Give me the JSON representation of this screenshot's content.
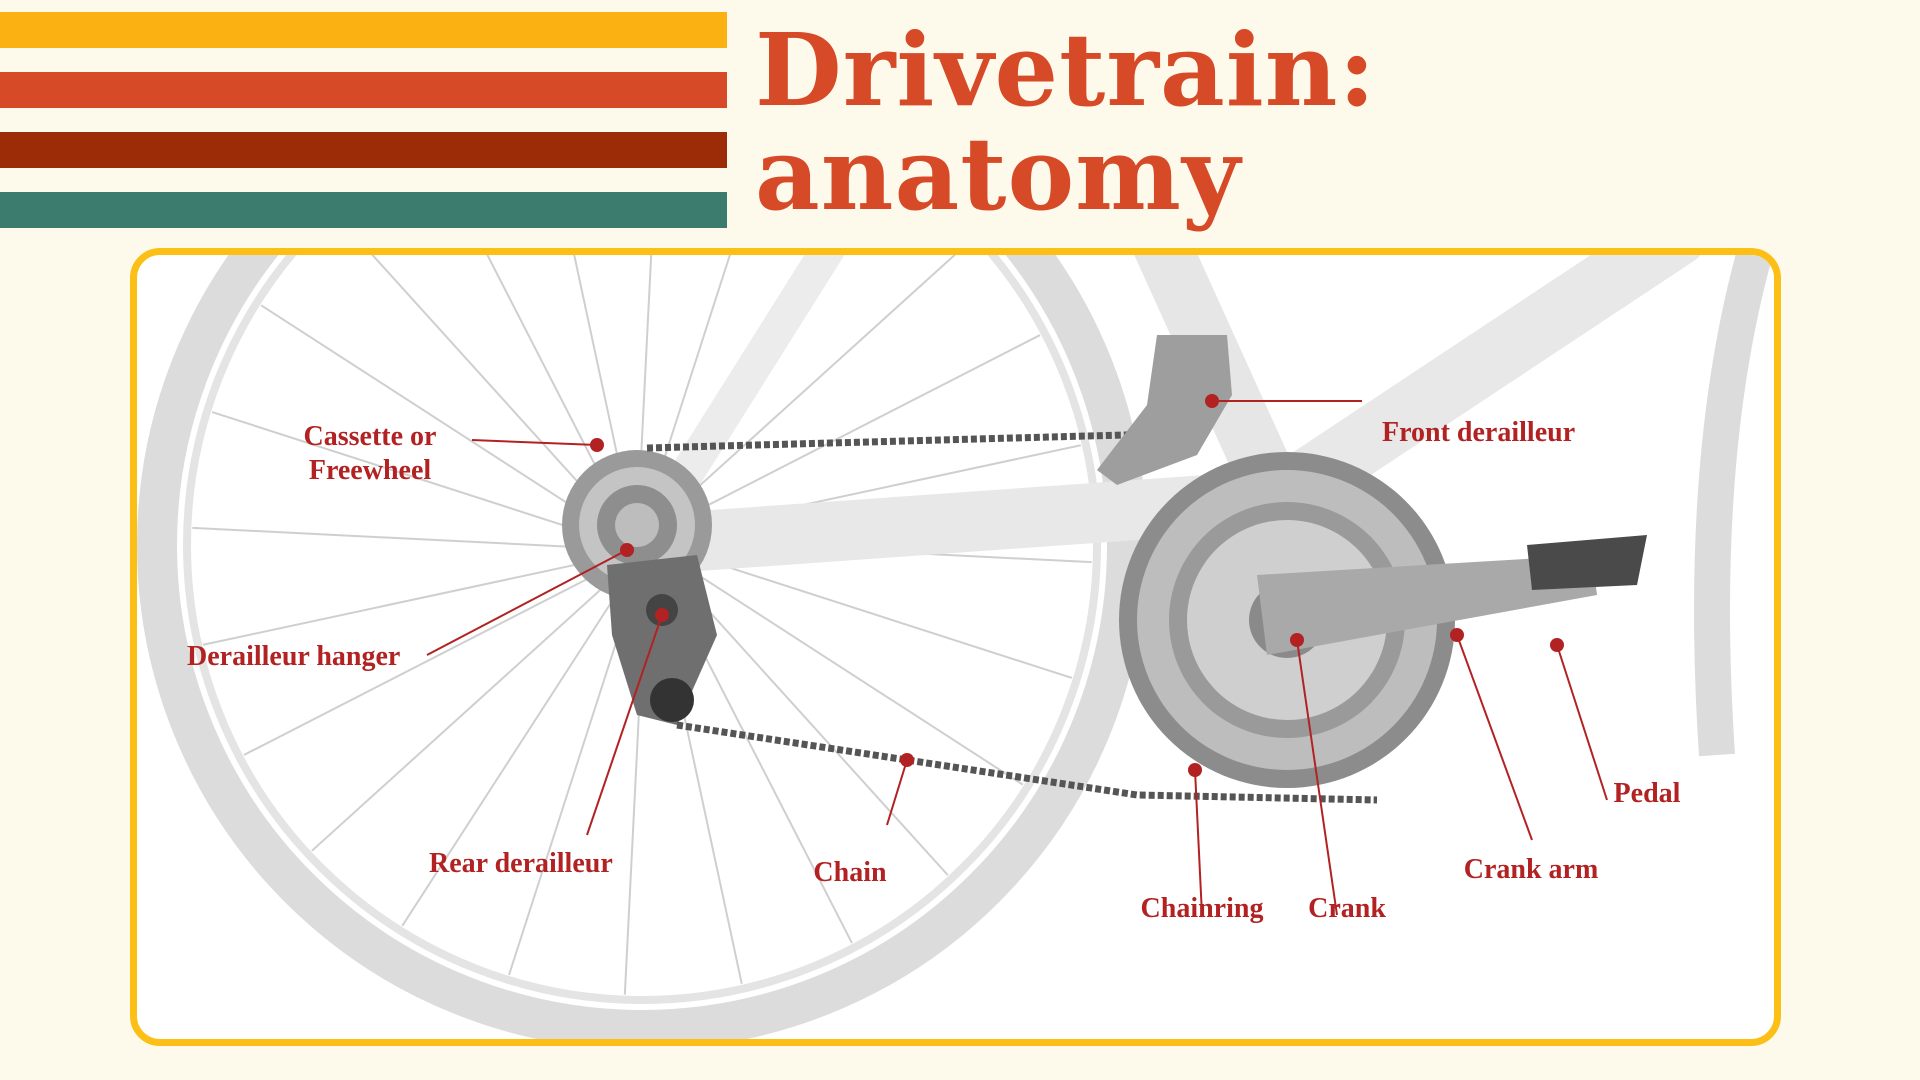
{
  "title": {
    "line1": "Drivetrain:",
    "line2": "anatomy"
  },
  "stripe_colors": [
    "#fcb113",
    "#d64a27",
    "#9c2b08",
    "#3b7c6e"
  ],
  "accent_color": "#fbbf16",
  "label_color": "#b22222",
  "labels": {
    "cassette_1": "Cassette or",
    "cassette_2": "Freewheel",
    "derailleur_hanger": "Derailleur hanger",
    "rear_derailleur": "Rear derailleur",
    "chain": "Chain",
    "chainring": "Chainring",
    "crank": "Crank",
    "crank_arm": "Crank arm",
    "pedal": "Pedal",
    "front_derailleur": "Front derailleur"
  }
}
